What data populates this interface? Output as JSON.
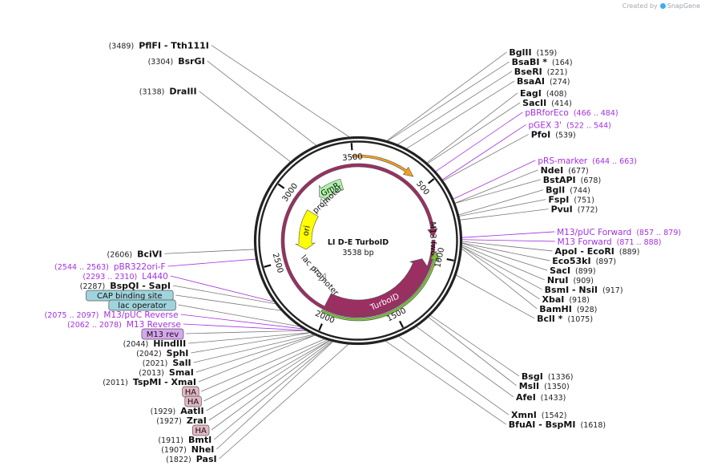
{
  "credit": {
    "prefix": "Created by",
    "brand": "SnapGene"
  },
  "plasmid": {
    "name": "LI D-E TurboID",
    "size": "3538 bp"
  },
  "ticks": [
    {
      "label": "500",
      "pos": 500
    },
    {
      "label": "1000",
      "pos": 1000
    },
    {
      "label": "1500",
      "pos": 1500
    },
    {
      "label": "2000",
      "pos": 2000
    },
    {
      "label": "2500",
      "pos": 2500
    },
    {
      "label": "3000",
      "pos": 3000
    },
    {
      "label": "3500",
      "pos": 3500
    }
  ],
  "enzymes": [
    {
      "name": "BglII",
      "pos": "(159)",
      "bp": 159,
      "side": "right",
      "order": "name-pos"
    },
    {
      "name": "BsaBI *",
      "pos": "(164)",
      "bp": 164,
      "side": "right",
      "order": "name-pos"
    },
    {
      "name": "BseRI",
      "pos": "(221)",
      "bp": 221,
      "side": "right",
      "order": "name-pos"
    },
    {
      "name": "BsaAI",
      "pos": "(274)",
      "bp": 274,
      "side": "right",
      "order": "name-pos"
    },
    {
      "name": "EagI",
      "pos": "(408)",
      "bp": 408,
      "side": "right",
      "order": "name-pos"
    },
    {
      "name": "SacII",
      "pos": "(414)",
      "bp": 414,
      "side": "right",
      "order": "name-pos"
    },
    {
      "name": "PfoI",
      "pos": "(539)",
      "bp": 539,
      "side": "right",
      "order": "name-pos"
    },
    {
      "name": "NdeI",
      "pos": "(677)",
      "bp": 677,
      "side": "right",
      "order": "name-pos"
    },
    {
      "name": "BstAPI",
      "pos": "(678)",
      "bp": 678,
      "side": "right",
      "order": "name-pos"
    },
    {
      "name": "BglI",
      "pos": "(744)",
      "bp": 744,
      "side": "right",
      "order": "name-pos"
    },
    {
      "name": "FspI",
      "pos": "(751)",
      "bp": 751,
      "side": "right",
      "order": "name-pos"
    },
    {
      "name": "PvuI",
      "pos": "(772)",
      "bp": 772,
      "side": "right",
      "order": "name-pos"
    },
    {
      "name": "ApoI - EcoRI",
      "pos": "(889)",
      "bp": 889,
      "side": "right",
      "order": "name-pos"
    },
    {
      "name": "Eco53kI",
      "pos": "(897)",
      "bp": 897,
      "side": "right",
      "order": "name-pos"
    },
    {
      "name": "SacI",
      "pos": "(899)",
      "bp": 899,
      "side": "right",
      "order": "name-pos"
    },
    {
      "name": "NruI",
      "pos": "(909)",
      "bp": 909,
      "side": "right",
      "order": "name-pos"
    },
    {
      "name": "BsmI - NsiI",
      "pos": "(917)",
      "bp": 917,
      "side": "right",
      "order": "name-pos"
    },
    {
      "name": "XbaI",
      "pos": "(918)",
      "bp": 918,
      "side": "right",
      "order": "name-pos"
    },
    {
      "name": "BamHI",
      "pos": "(928)",
      "bp": 928,
      "side": "right",
      "order": "name-pos"
    },
    {
      "name": "BclI *",
      "pos": "(1075)",
      "bp": 1075,
      "side": "right",
      "order": "name-pos"
    },
    {
      "name": "BsgI",
      "pos": "(1336)",
      "bp": 1336,
      "side": "right",
      "order": "name-pos"
    },
    {
      "name": "MslI",
      "pos": "(1350)",
      "bp": 1350,
      "side": "right",
      "order": "name-pos"
    },
    {
      "name": "AfeI",
      "pos": "(1433)",
      "bp": 1433,
      "side": "right",
      "order": "name-pos"
    },
    {
      "name": "XmnI",
      "pos": "(1542)",
      "bp": 1542,
      "side": "right",
      "order": "name-pos"
    },
    {
      "name": "BfuAI - BspMI",
      "pos": "(1618)",
      "bp": 1618,
      "side": "right",
      "order": "name-pos"
    },
    {
      "name": "PasI",
      "pos": "(1822)",
      "bp": 1822,
      "side": "left",
      "order": "pos-name"
    },
    {
      "name": "NheI",
      "pos": "(1907)",
      "bp": 1907,
      "side": "left",
      "order": "pos-name"
    },
    {
      "name": "BmtI",
      "pos": "(1911)",
      "bp": 1911,
      "side": "left",
      "order": "pos-name"
    },
    {
      "name": "ZraI",
      "pos": "(1927)",
      "bp": 1927,
      "side": "left",
      "order": "pos-name"
    },
    {
      "name": "AatII",
      "pos": "(1929)",
      "bp": 1929,
      "side": "left",
      "order": "pos-name"
    },
    {
      "name": "TspMI - XmaI",
      "pos": "(2011)",
      "bp": 2011,
      "side": "left",
      "order": "pos-name"
    },
    {
      "name": "SmaI",
      "pos": "(2013)",
      "bp": 2013,
      "side": "left",
      "order": "pos-name"
    },
    {
      "name": "SalI",
      "pos": "(2021)",
      "bp": 2021,
      "side": "left",
      "order": "pos-name"
    },
    {
      "name": "SphI",
      "pos": "(2042)",
      "bp": 2042,
      "side": "left",
      "order": "pos-name"
    },
    {
      "name": "HindIII",
      "pos": "(2044)",
      "bp": 2044,
      "side": "left",
      "order": "pos-name"
    },
    {
      "name": "BspQI - SapI",
      "pos": "(2287)",
      "bp": 2287,
      "side": "left",
      "order": "pos-name"
    },
    {
      "name": "BciVI",
      "pos": "(2606)",
      "bp": 2606,
      "side": "left",
      "order": "pos-name"
    },
    {
      "name": "DraIII",
      "pos": "(3138)",
      "bp": 3138,
      "side": "left",
      "order": "pos-name"
    },
    {
      "name": "BsrGI",
      "pos": "(3304)",
      "bp": 3304,
      "side": "left",
      "order": "pos-name"
    },
    {
      "name": "PflFI - Tth111I",
      "pos": "(3489)",
      "bp": 3489,
      "side": "left",
      "order": "pos-name"
    }
  ],
  "primers": [
    {
      "name": "pBRforEco",
      "pos": "(466 .. 484)",
      "bp": 475,
      "side": "right"
    },
    {
      "name": "pGEX 3'",
      "pos": "(522 .. 544)",
      "bp": 533,
      "side": "right"
    },
    {
      "name": "pRS-marker",
      "pos": "(644 .. 663)",
      "bp": 653,
      "side": "right"
    },
    {
      "name": "M13/pUC Forward",
      "pos": "(857 .. 879)",
      "bp": 868,
      "side": "right"
    },
    {
      "name": "M13 Forward",
      "pos": "(871 .. 888)",
      "bp": 879,
      "side": "right"
    },
    {
      "name": "pBR322ori-F",
      "pos": "(2544 .. 2563)",
      "bp": 2553,
      "side": "left"
    },
    {
      "name": "L4440",
      "pos": "(2293 .. 2310)",
      "bp": 2301,
      "side": "left"
    },
    {
      "name": "M13/pUC Reverse",
      "pos": "(2075 .. 2097)",
      "bp": 2086,
      "side": "left"
    },
    {
      "name": "M13 Reverse",
      "pos": "(2062 .. 2078)",
      "bp": 2070,
      "side": "left"
    }
  ],
  "boxes": [
    {
      "label": "CAP binding site",
      "bp": 2240,
      "fill": "#9fd4dc"
    },
    {
      "label": "lac operator",
      "bp": 2110,
      "fill": "#9fd4dc"
    },
    {
      "label": "M13 rev",
      "bp": 2068,
      "fill": "#d7a6ef"
    },
    {
      "label": "HA",
      "bp": 1955,
      "fill": "#e3b7c3"
    },
    {
      "label": "HA",
      "bp": 1940,
      "fill": "#e3b7c3"
    },
    {
      "label": "HA",
      "bp": 1918,
      "fill": "#e3b7c3"
    }
  ],
  "features": [
    {
      "label": "GmR",
      "start": 3380,
      "end": 3130,
      "color": "#aef0a8",
      "dir": "rev"
    },
    {
      "label": "Pc promoter",
      "start": 3160,
      "end": 3070,
      "color": "#ffffff",
      "dir": "rev"
    },
    {
      "label": "ori",
      "start": 2960,
      "end": 2560,
      "color": "#ffff00",
      "dir": "rev"
    },
    {
      "label": "lac promoter",
      "start": 2330,
      "end": 2150,
      "color": "#ffffff",
      "dir": "rev"
    },
    {
      "label": "TurboID",
      "start": 2035,
      "end": 1040,
      "color": "#9b2f62",
      "dir": "rev"
    },
    {
      "label": "M13 fwd",
      "start": 880,
      "end": 860,
      "color": "#9b2f62",
      "dir": "fwd"
    },
    {
      "label": "",
      "start": 3500,
      "end": 400,
      "color": "#f0a020",
      "dir": "fwd"
    },
    {
      "label": "",
      "start": 2040,
      "end": 960,
      "color": "#78c03c",
      "dir": "rev"
    }
  ]
}
